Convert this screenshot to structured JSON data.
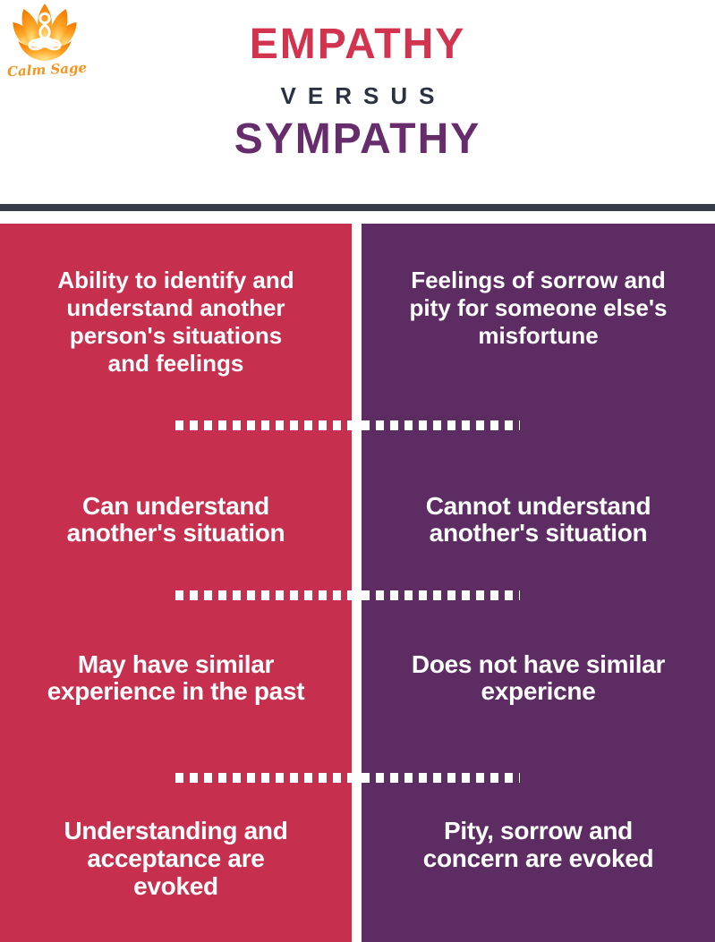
{
  "brand": {
    "name": "Calm Sage"
  },
  "title": {
    "line1": "EMPATHY",
    "line2": "VERSUS",
    "line3": "SYMPATHY"
  },
  "colors": {
    "background": "#FFFFFF",
    "empathy_title": "#D2344F",
    "versus_text": "#2B3140",
    "sympathy_title": "#662C6B",
    "column_left": "#C62F4D",
    "column_right": "#5D2C62",
    "divider_bar": "#343B49",
    "text_on_columns": "#FFFFFF",
    "logo_orange": "#F7941E"
  },
  "comparison": {
    "left": {
      "items": [
        "Ability to identify and\nunderstand another\nperson's situations\nand feelings",
        "Can understand\nanother's situation",
        "May have similar\nexperience in the past",
        "Understanding and\nacceptance are\nevoked"
      ]
    },
    "right": {
      "items": [
        "Feelings of sorrow and\npity for someone else's\nmisfortune",
        "Cannot understand\nanother's situation",
        "Does not have similar\nexpericne",
        "Pity, sorrow and\nconcern are evoked"
      ]
    }
  }
}
